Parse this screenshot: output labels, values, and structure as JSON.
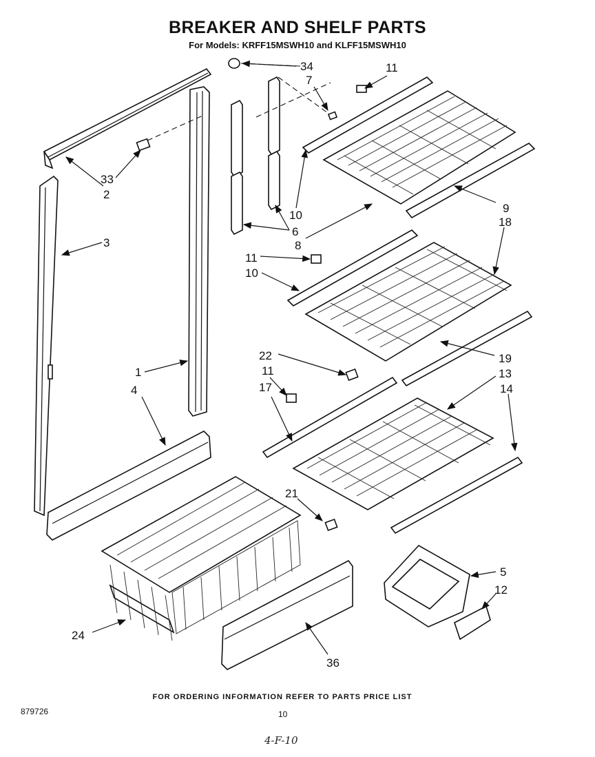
{
  "title": "BREAKER  AND SHELF PARTS",
  "subtitle": "For Models: KRFF15MSWH10  and KLFF15MSWH10",
  "footer": "FOR ORDERING INFORMATION REFER TO PARTS PRICE LIST",
  "doc_number": "879726",
  "page_number": "10",
  "handwritten_note": "4-F-10",
  "callouts": [
    "34",
    "11",
    "7",
    "33",
    "2",
    "3",
    "10",
    "6",
    "9",
    "8",
    "18",
    "11",
    "10",
    "1",
    "4",
    "22",
    "19",
    "11",
    "13",
    "17",
    "14",
    "21",
    "5",
    "12",
    "24",
    "36"
  ]
}
